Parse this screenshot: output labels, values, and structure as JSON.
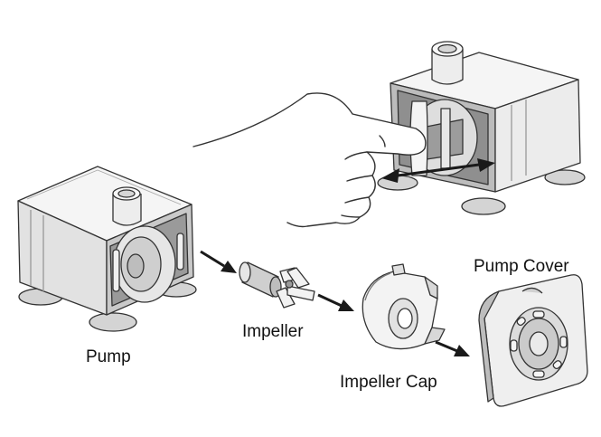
{
  "labels": {
    "pump": "Pump",
    "impeller": "Impeller",
    "impeller_cap": "Impeller Cap",
    "pump_cover": "Pump Cover"
  },
  "colors": {
    "outline": "#333333",
    "body_light": "#f3f3f3",
    "body_mid": "#dcdcdc",
    "body_dark": "#b9b9b9",
    "body_darker": "#8e8e8e",
    "arrow": "#1a1a1a"
  },
  "icons": {
    "hand": "pointing-hand-icon",
    "direction": "double-arrow-icon"
  }
}
